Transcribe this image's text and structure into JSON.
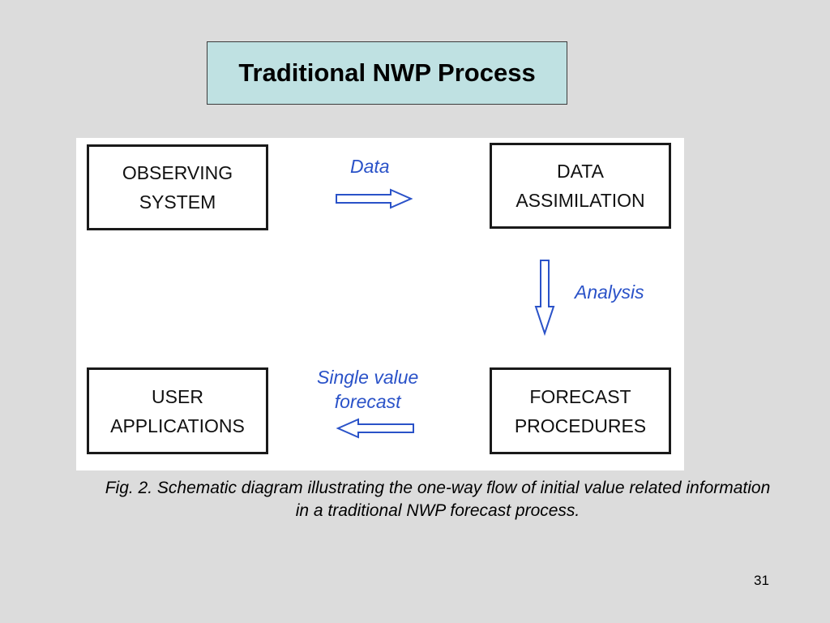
{
  "slide": {
    "title": "Traditional NWP Process",
    "page_number": "31",
    "colors": {
      "background": "#dcdcdc",
      "title_fill": "#bfe1e2",
      "flow_label": "#2a52c8"
    }
  },
  "diagram": {
    "boxes": {
      "observing": {
        "line1": "OBSERVING",
        "line2": "SYSTEM"
      },
      "assimilation": {
        "line1": "DATA",
        "line2": "ASSIMILATION"
      },
      "user": {
        "line1": "USER",
        "line2": "APPLICATIONS"
      },
      "forecast": {
        "line1": "FORECAST",
        "line2": "PROCEDURES"
      }
    },
    "flows": {
      "data": "Data",
      "analysis": "Analysis",
      "single_line1": "Single value",
      "single_line2": "forecast"
    }
  },
  "caption": {
    "line1": "Fig. 2. Schematic diagram illustrating the one-way flow of initial value related information",
    "line2": "in a traditional NWP forecast process."
  }
}
